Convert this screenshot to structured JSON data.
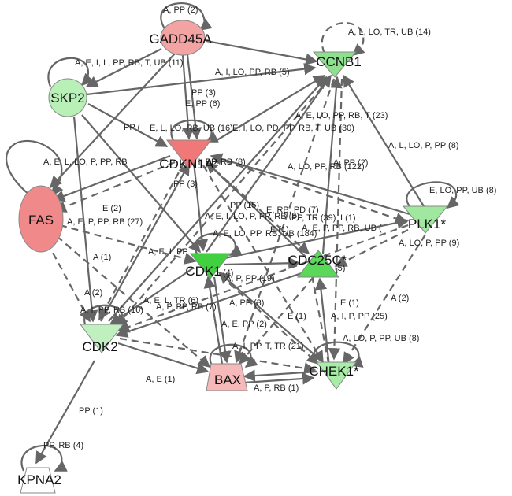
{
  "colors": {
    "up": "#f4a3a3",
    "up_strong": "#f07878",
    "down": "#7ee07e",
    "down_strong": "#40d040",
    "down_light": "#b8f0b8",
    "none": "#ffffff",
    "edge": "#666666"
  },
  "nodes": {
    "GADD45A": {
      "label": "GADD45A",
      "shape": "ellipse",
      "color": "#f4a3a3"
    },
    "CCNB1": {
      "label": "CCNB1",
      "shape": "triangle-down",
      "color": "#8ee08e"
    },
    "SKP2": {
      "label": "SKP2",
      "shape": "circle",
      "color": "#b8f0b8"
    },
    "CDKN1A": {
      "label": "CDKN1A*",
      "shape": "triangle-down",
      "color": "#f07878"
    },
    "FAS": {
      "label": "FAS",
      "shape": "ellipse",
      "color": "#f08a8a"
    },
    "PLK1": {
      "label": "PLK1*",
      "shape": "triangle-down",
      "color": "#a0e8a0"
    },
    "CDK1": {
      "label": "CDK1",
      "shape": "triangle-down",
      "color": "#40d040"
    },
    "CDC25C": {
      "label": "CDC25C*",
      "shape": "triangle-up",
      "color": "#5ad85a"
    },
    "CDK2": {
      "label": "CDK2",
      "shape": "triangle-down",
      "color": "#c0f0c0"
    },
    "BAX": {
      "label": "BAX",
      "shape": "trapezoid",
      "color": "#f6b8b8"
    },
    "CHEK1": {
      "label": "CHEK1*",
      "shape": "triangle-down",
      "color": "#a8eca8"
    },
    "KPNA2": {
      "label": "KPNA2",
      "shape": "trapezoid",
      "color": "#ffffff"
    }
  },
  "edge_labels": {
    "gadd45a_self": "A, PP (2)",
    "ccnb1_self": "A, L, LO, TR, UB (14)",
    "skp2_self": "A, E, I, L, PP, RB, T, UB (11)",
    "skp2_ccnb1": "A, I, LO, PP, RB (5)",
    "gadd45a_cdkn1a": "PP (3)",
    "e_pp_6": "E, PP (6)",
    "pp_pd": "PP (",
    "cdkn1a_self": "E, L, LO, RB, UB (16)",
    "cdkn1a_ccnb1": "E, I, LO, PD, PP, RB, T, UB (30)",
    "ccnb1_cdk1": "A, E, LO, PP, RB, T (23)",
    "fas_self": "A, E, L, LO, P, PP, RB",
    "cdkn1a_cdk1": "A, I, PP, RB (8)",
    "pp_3b": "PP (3)",
    "plk1_ccnb1": "A, L, LO, P, PP (8)",
    "cdc25c_ccnb1": "A, PP (2)",
    "cdkn1a_cdc25c": "A, LO, PP, RB (122)",
    "plk1_self": "E, LO, PP, UB (8)",
    "cdkn1a_fas": "E (2)",
    "fas_cdk1": "A, E, P, PP, RB (27)",
    "pp_15": "PP (15)",
    "a_e_i_lo": "A, E, I, LO, P, PP, RB (8)",
    "e_rb_pd": "E, RB, PD (7)",
    "pp_tr_39": "PP, TR (39)",
    "i_1": "I (1)",
    "a_e_p_rb_ub": "A, E, P, PP, RB, UB (",
    "e_1_top": "E (1)",
    "cdk1_self": "A, E, LO, PP, RB, UB (184)",
    "a_1": "A (1)",
    "a_e_i_pp": "A, E, I, PP",
    "cdk1_count4": "(4)",
    "cdc25c_count5": "(5)",
    "plk1_cdc25c": "A, LO, P, PP (9)",
    "a_p_pp_19": "A, P, PP (19)",
    "a_2_left": "A (2)",
    "a_e_l_tr": "A, E, L, TR (6)",
    "a_i_pp_rb_16": "A, I, PP, RB (16)",
    "a_p_pp_rb_7": "A, P, PP, RB (7)",
    "a_pp_3": "A, PP (3)",
    "a_e_pp_2": "A, E, PP (2)",
    "e_1_mid": "E (1)",
    "e_1_right": "E (1)",
    "a_i_p_pp_25": "A, I, P, PP (25)",
    "a_2_right": "A (2)",
    "bax_self": "A, I, PP, T, TR (21)",
    "chek1_bax": "A, LO, P, PP, UB (8)",
    "cdk2_bax": "A, E (1)",
    "bax_chek1": "A, P, RB (1)",
    "cdk2_kpna2": "PP (1)",
    "kpna2_self": "PP, RB (4)"
  }
}
